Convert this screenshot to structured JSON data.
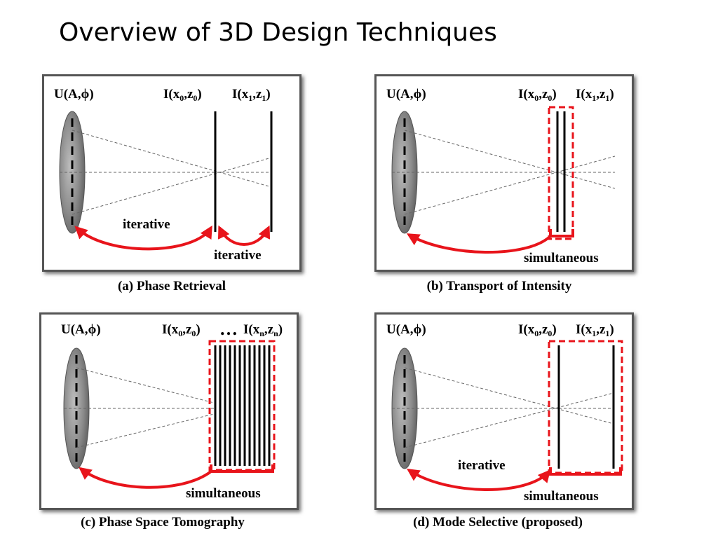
{
  "title": "Overview of 3D Design Techniques",
  "panels": {
    "a": {
      "field_label": "U(A,ϕ)",
      "plane0": {
        "base": "I(x",
        "s1": "0",
        "mid": ",z",
        "s2": "0",
        "end": ")"
      },
      "plane1": {
        "base": "I(x",
        "s1": "1",
        "mid": ",z",
        "s2": "1",
        "end": ")"
      },
      "method_label_1": "iterative",
      "method_label_2": "iterative",
      "caption": "(a) Phase Retrieval"
    },
    "b": {
      "field_label": "U(A,ϕ)",
      "plane0": {
        "base": "I(x",
        "s1": "0",
        "mid": ",z",
        "s2": "0",
        "end": ")"
      },
      "plane1": {
        "base": "I(x",
        "s1": "1",
        "mid": ",z",
        "s2": "1",
        "end": ")"
      },
      "method_label": "simultaneous",
      "caption": "(b) Transport of Intensity"
    },
    "c": {
      "field_label": "U(A,ϕ)",
      "plane0": {
        "base": "I(x",
        "s1": "0",
        "mid": ",z",
        "s2": "0",
        "end": ")"
      },
      "ellipsis": "…",
      "planeN": {
        "base": "I(x",
        "s1": "n",
        "mid": ",z",
        "s2": "n",
        "end": ")"
      },
      "method_label": "simultaneous",
      "caption": "(c) Phase Space Tomography"
    },
    "d": {
      "field_label": "U(A,ϕ)",
      "plane0": {
        "base": "I(x",
        "s1": "0",
        "mid": ",z",
        "s2": "0",
        "end": ")"
      },
      "plane1": {
        "base": "I(x",
        "s1": "1",
        "mid": ",z",
        "s2": "1",
        "end": ")"
      },
      "method_label_1": "iterative",
      "method_label_2": "simultaneous",
      "caption": "(d) Mode Selective (proposed)"
    }
  },
  "colors": {
    "arrow": "#e8141b",
    "lens": "#8a8a8a",
    "frame": "#555555"
  }
}
